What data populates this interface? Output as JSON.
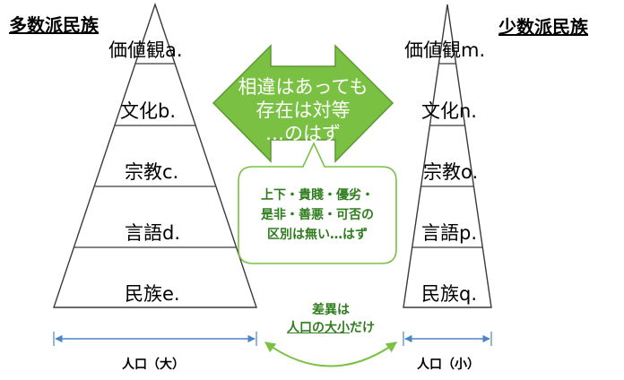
{
  "majority": {
    "title": "多数派民族",
    "levels": [
      "価値観a.",
      "文化b.",
      "宗教c.",
      "言語d.",
      "民族e."
    ],
    "population": "人口（大）"
  },
  "minority": {
    "title": "少数派民族",
    "levels": [
      "価値観m.",
      "文化n.",
      "宗教o.",
      "言語p.",
      "民族q."
    ],
    "population": "人口（小）"
  },
  "arrow": {
    "line1": "相違はあっても",
    "line2": "存在は対等",
    "line3": "…のはず"
  },
  "callout": {
    "line1": "上下・貴賤・優劣・",
    "line2": "是非・善悪・可否の",
    "line3": "区別は無い…はず"
  },
  "difference": {
    "line1": "差異は",
    "emph": "人口の大小",
    "suffix": "だけ"
  },
  "colors": {
    "arrow_fill": "#7ac143",
    "arrow_stroke": "#5a9a2e",
    "green_text": "#2e7d1e",
    "measure_line": "#4a86c5"
  }
}
